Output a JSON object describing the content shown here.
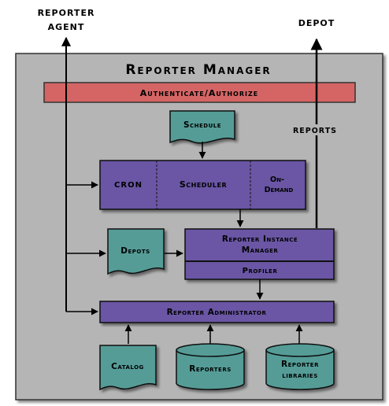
{
  "title": "Reporter Manager",
  "external": {
    "reporter_agent_line1": "REPORTER",
    "reporter_agent_line2": "AGENT",
    "depot": "DEPOT",
    "reports": "REPORTS"
  },
  "auth_bar": "Authenticate/Authorize",
  "schedule": "Schedule",
  "scheduler": {
    "cron": "CRON",
    "scheduler": "Scheduler",
    "on_demand_line1": "On-",
    "on_demand_line2": "Demand"
  },
  "depots": "Depots",
  "instance_manager": {
    "line1": "Reporter Instance",
    "line2": "Manager",
    "profiler": "Profiler"
  },
  "administrator": "Reporter Administrator",
  "stores": {
    "catalog": "Catalog",
    "reporters": "Reporters",
    "libraries_line1": "Reporter",
    "libraries_line2": "libraries"
  },
  "colors": {
    "outer_panel": "#b5b5b5",
    "auth_bar": "#d56565",
    "process_box": "#6b57a4",
    "document": "#559c97",
    "cylinder": "#559c97"
  }
}
